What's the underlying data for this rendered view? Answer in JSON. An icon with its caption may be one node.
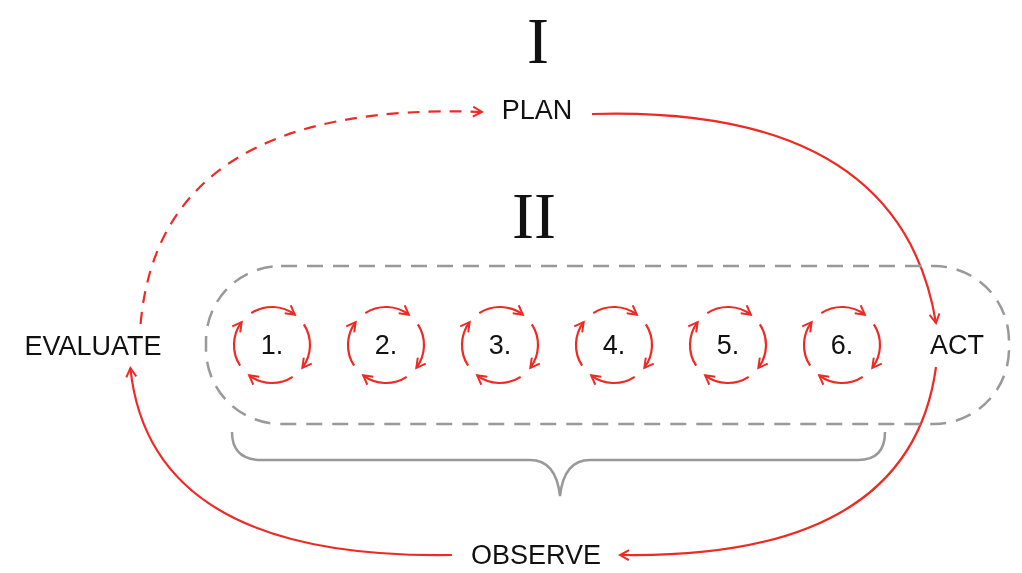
{
  "diagram": {
    "nodes": [
      {
        "text": [
          "PLAN"
        ]
      },
      {
        "text": [
          "EVALUATE"
        ]
      },
      {
        "text": [],
        "shape": "box"
      },
      {
        "text": [
          "1."
        ],
        "in": 2
      },
      {
        "text": [
          "2."
        ],
        "in": 2
      },
      {
        "text": [
          "3."
        ],
        "in": 2
      },
      {
        "text": [
          "4."
        ],
        "in": 2
      },
      {
        "text": [
          "5."
        ],
        "in": 2
      },
      {
        "text": [
          "6."
        ],
        "in": 2
      },
      {
        "text": [
          "ACT"
        ],
        "in": 2
      },
      {
        "text": [
          "OBSERVE"
        ]
      }
    ],
    "edges": [
      {
        "from": 0,
        "to": 9,
        "arrow": "to"
      },
      {
        "from": 9,
        "to": 10,
        "arrow": "to"
      },
      {
        "from": 10,
        "to": 1,
        "arrow": "to"
      },
      {
        "from": 1,
        "to": 0,
        "arrow": "to",
        "style": "dashed"
      }
    ],
    "labels": [
      "I",
      "II"
    ]
  }
}
